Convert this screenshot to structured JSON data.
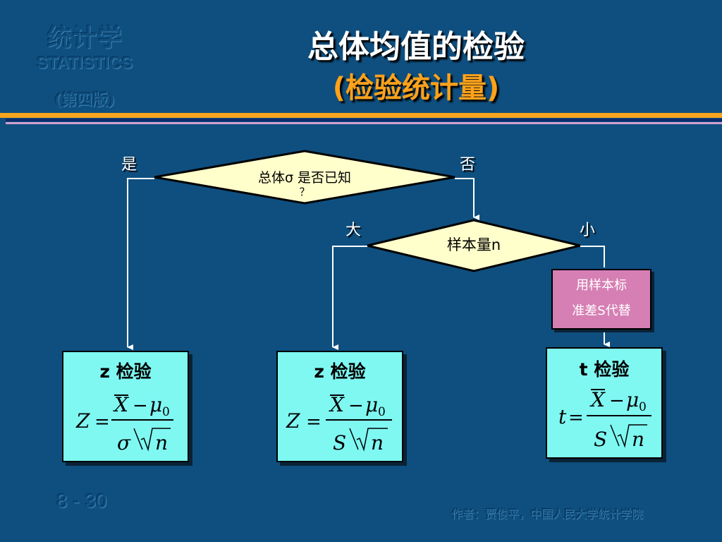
{
  "logo": {
    "name_cn": "统计学",
    "name_en": "STATISTICS",
    "edition": "(第四版)"
  },
  "header": {
    "title": "总体均值的检验",
    "subtitle": "(检验统计量)"
  },
  "colors": {
    "background": "#0e4f7f",
    "accent_orange": "#f7a41f",
    "diamond_fill": "#ffffcc",
    "test_box_fill": "#7ff8f2",
    "sub_box_fill": "#d67fb4"
  },
  "flowchart": {
    "decision1": {
      "text_line1": "总体σ 是否已知",
      "text_line2": "？",
      "yes_label": "是",
      "no_label": "否"
    },
    "decision2": {
      "text": "样本量n",
      "large_label": "大",
      "small_label": "小"
    },
    "substitute_box": {
      "line1": "用样本标",
      "line2": "准差S代替"
    },
    "tests": [
      {
        "name": "z 检验",
        "lhs": "Z",
        "numerator_var": "X",
        "numerator_mu": "μ",
        "mu_sub": "0",
        "denom_sd": "σ",
        "denom_n": "n"
      },
      {
        "name": "z 检验",
        "lhs": "Z",
        "numerator_var": "X",
        "numerator_mu": "μ",
        "mu_sub": "0",
        "denom_sd": "S",
        "denom_n": "n"
      },
      {
        "name": "t 检验",
        "lhs": "t",
        "numerator_var": "X",
        "numerator_mu": "μ",
        "mu_sub": "0",
        "denom_sd": "S",
        "denom_n": "n"
      }
    ],
    "eq": "=",
    "minus": "−"
  },
  "footer": {
    "page": "8 - 30",
    "author": "作者：贾俊平，中国人民大学统计学院"
  }
}
